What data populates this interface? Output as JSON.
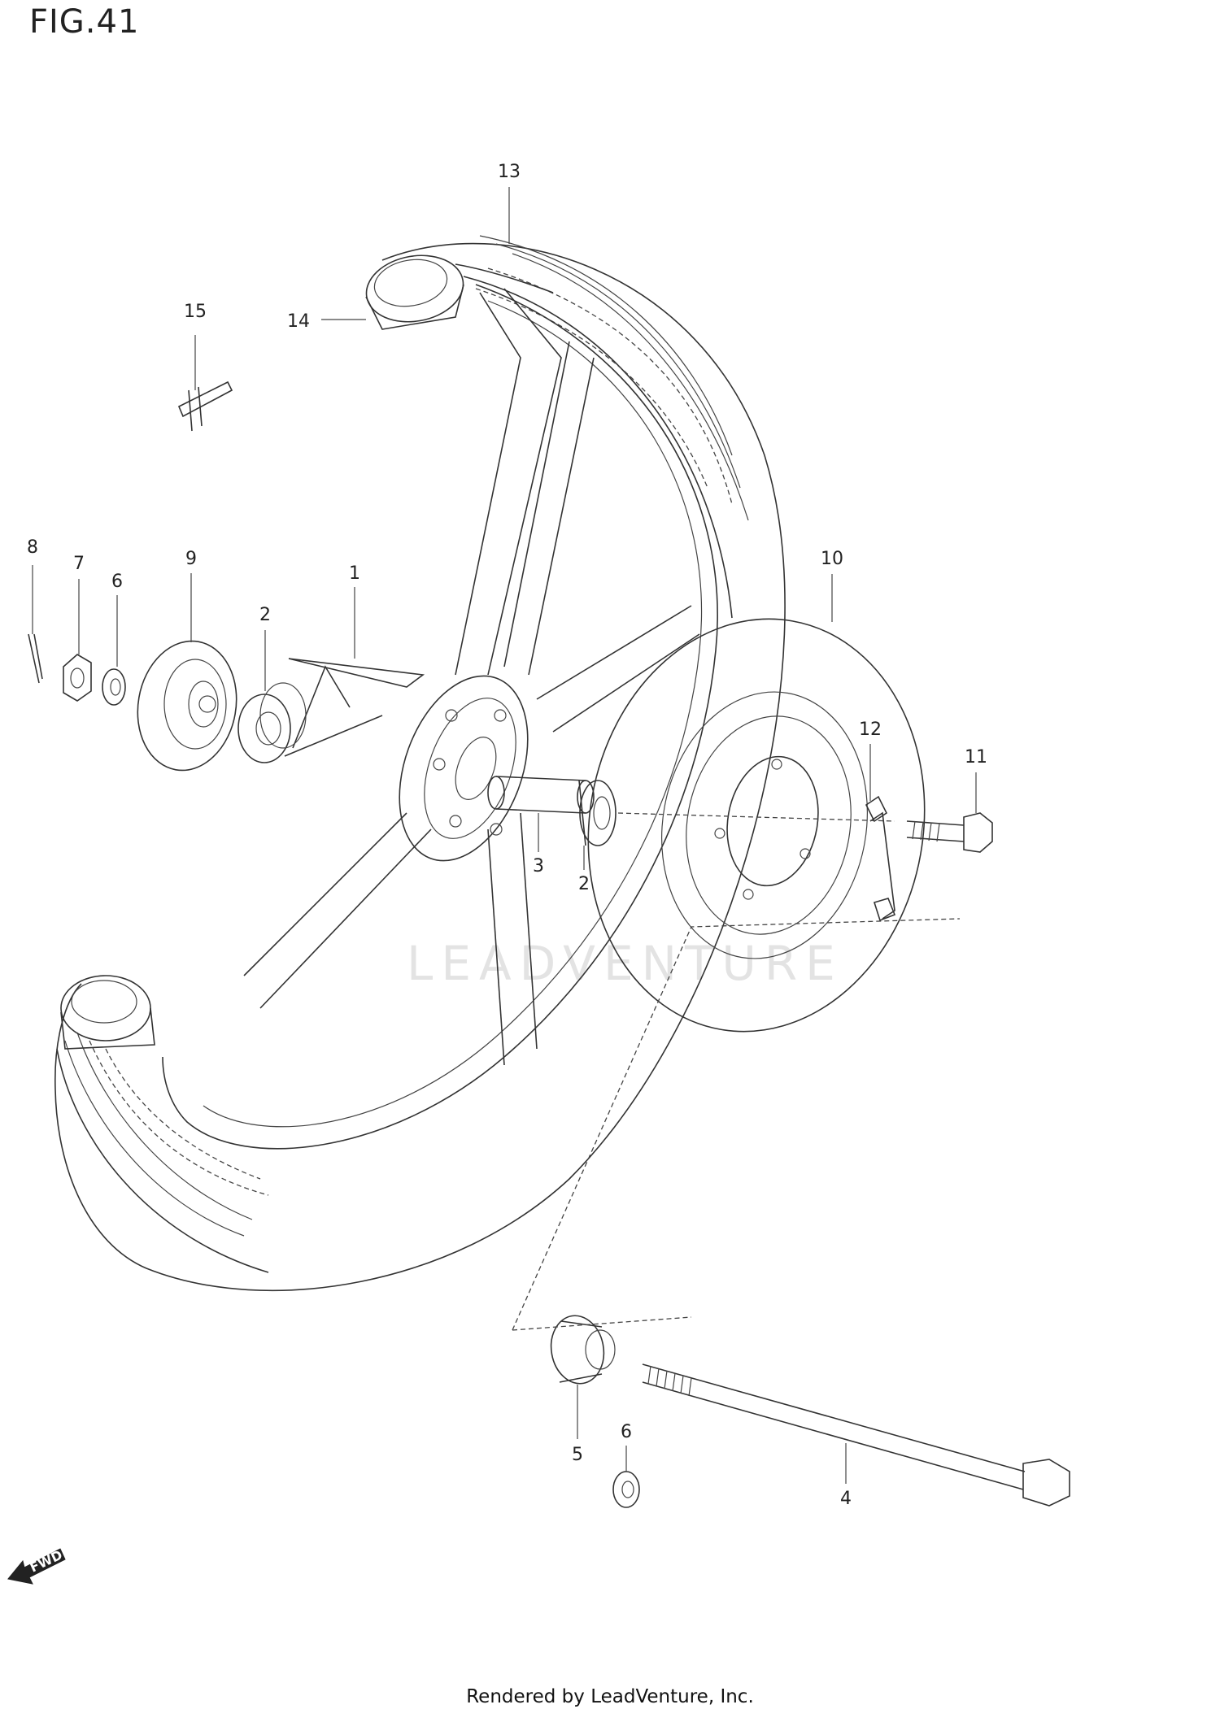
{
  "figure": {
    "title": "FIG.41",
    "footer": "Rendered by LeadVenture, Inc."
  },
  "callouts": [
    {
      "id": "c1",
      "label": "1"
    },
    {
      "id": "c2a",
      "label": "2"
    },
    {
      "id": "c2b",
      "label": "2"
    },
    {
      "id": "c3",
      "label": "3"
    },
    {
      "id": "c4",
      "label": "4"
    },
    {
      "id": "c5",
      "label": "5"
    },
    {
      "id": "c6a",
      "label": "6"
    },
    {
      "id": "c6b",
      "label": "6"
    },
    {
      "id": "c7",
      "label": "7"
    },
    {
      "id": "c8",
      "label": "8"
    },
    {
      "id": "c9",
      "label": "9"
    },
    {
      "id": "c10",
      "label": "10"
    },
    {
      "id": "c11",
      "label": "11"
    },
    {
      "id": "c12",
      "label": "12"
    },
    {
      "id": "c13",
      "label": "13"
    },
    {
      "id": "c14",
      "label": "14"
    },
    {
      "id": "c15",
      "label": "15"
    }
  ],
  "direction_marker": {
    "label": "FWD",
    "icon": "forward-arrow-icon"
  },
  "watermark": {
    "text": "LEADVENTURE"
  }
}
